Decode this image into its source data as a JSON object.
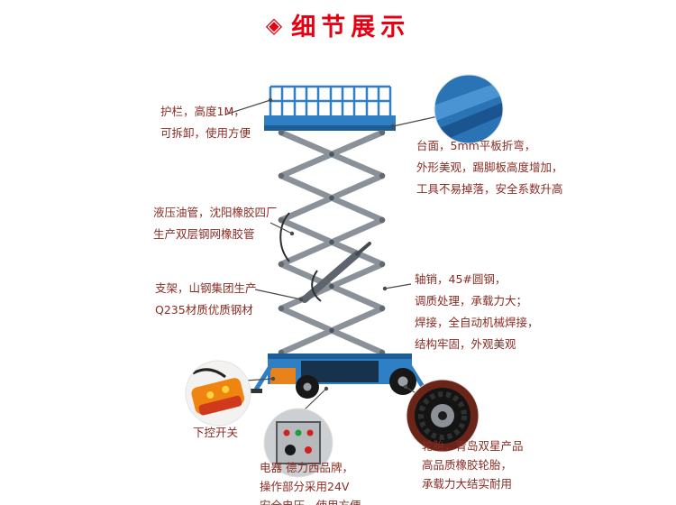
{
  "colors": {
    "accent": "#e60012",
    "callout_text": "#8a2c23",
    "machine_blue": "#2f7fc4"
  },
  "icons": {
    "diamond": "◈"
  },
  "header": {
    "title": "细节展示"
  },
  "callouts": {
    "guardrail": {
      "lines": [
        "护栏，高度1M，",
        "可拆卸，使用方便"
      ]
    },
    "platform": {
      "lines": [
        "台面，5mm平板折弯，",
        "外形美观，踢脚板高度增加，",
        "工具不易掉落，安全系数升高"
      ]
    },
    "hose": {
      "lines": [
        "液压油管，沈阳橡胶四厂",
        "生产双层钢网橡胶管"
      ]
    },
    "frame": {
      "lines": [
        "支架，山钢集团生产",
        "Q235材质优质钢材"
      ]
    },
    "pin": {
      "lines": [
        "轴销，45#圆钢，",
        "调质处理，承载力大；",
        "焊接，全自动机械焊接，",
        "结构牢固，外观美观"
      ]
    },
    "switch": {
      "lines": [
        "下控开关"
      ]
    },
    "electric": {
      "lines": [
        "电器 德力西品牌，",
        "操作部分采用24V",
        "安全电压，使用方便"
      ]
    },
    "tire": {
      "lines": [
        "轮胎，青岛双星产品",
        "高品质橡胶轮胎，",
        "承载力大结实耐用"
      ]
    }
  }
}
